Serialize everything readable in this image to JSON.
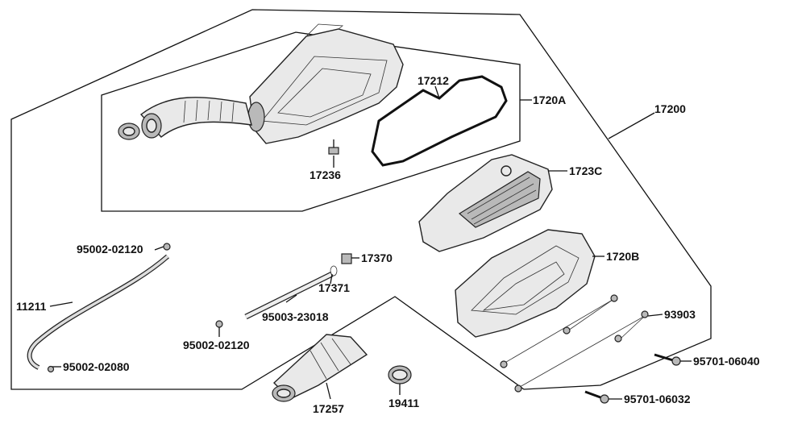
{
  "labels": {
    "assembly": "17200",
    "upper_case": "1720A",
    "gasket": "17212",
    "bolt_top": "17236",
    "filter_element": "1723C",
    "lower_case": "1720B",
    "clip_upper_left": "95002-02120",
    "hose_long": "11211",
    "clip_bottom_left": "95002-02080",
    "plug": "17370",
    "clip_small": "17371",
    "drain_tube": "95003-23018",
    "clip_lower_mid": "95002-02120",
    "intake_duct": "17257",
    "band": "19411",
    "screw_93903": "93903",
    "screw_06040": "95701-06040",
    "screw_06032": "95701-06032"
  },
  "colors": {
    "line": "#111111",
    "part_fill": "#e9e9e9",
    "part_shade": "#b9b9b9",
    "background": "#ffffff"
  }
}
